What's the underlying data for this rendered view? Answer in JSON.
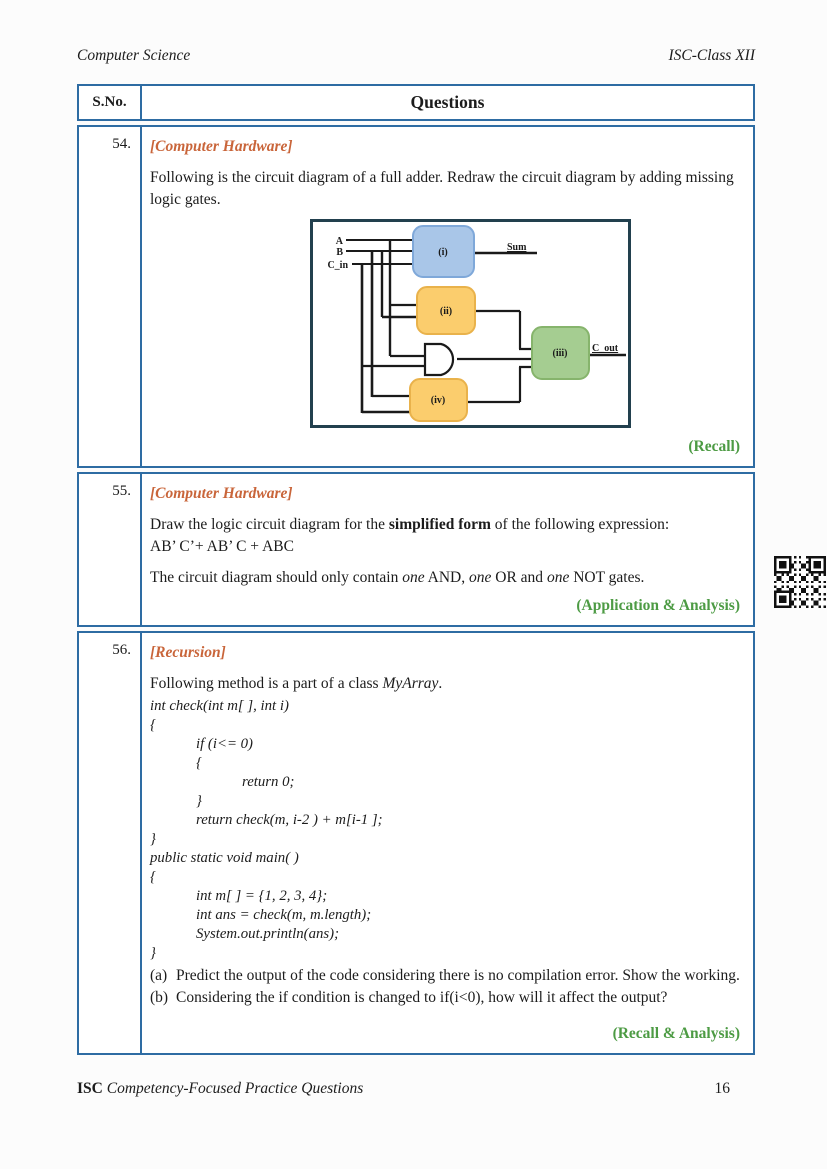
{
  "page": {
    "header_left": "Computer Science",
    "header_right": "ISC-Class XII",
    "footer_bold": "ISC",
    "footer_italic": " Competency-Focused Practice Questions",
    "page_number": "16"
  },
  "table": {
    "col_serial": "S.No.",
    "col_questions": "Questions"
  },
  "questions": [
    {
      "number": "54.",
      "tag": "[Computer Hardware]",
      "body": "Following is the circuit diagram of a full adder. Redraw the circuit diagram by adding missing logic gates.",
      "taxonomy": "(Recall)",
      "diagram": {
        "input_a": "A",
        "input_b": "B",
        "input_cin": "C_in",
        "out_sum": "Sum",
        "out_cout": "C_out",
        "gate_i": "(i)",
        "gate_ii": "(ii)",
        "gate_iii": "(iii)",
        "gate_iv": "(iv)",
        "colors": {
          "gate_i_fill": "#a9c6e8",
          "gate_i_border": "#7fa8d9",
          "gate_yellow_fill": "#fbcd6d",
          "gate_yellow_border": "#e9b24b",
          "gate_iii_fill": "#a5cd91",
          "gate_iii_border": "#86b46c",
          "frame": "#22404e",
          "wire": "#1a1a1a"
        }
      }
    },
    {
      "number": "55.",
      "tag": "[Computer Hardware]",
      "body_prefix": "Draw the logic circuit diagram for the ",
      "body_bold": "simplified form",
      "body_suffix": " of the following expression:",
      "expression": "AB’ C’+ AB’ C + ABC",
      "note_p1": "The circuit diagram should only contain ",
      "note_i1": "one",
      "note_p2": " AND, ",
      "note_i2": "one",
      "note_p3": " OR and ",
      "note_i3": "one",
      "note_p4": " NOT gates.",
      "taxonomy": "(Application & Analysis)"
    },
    {
      "number": "56.",
      "tag": "[Recursion]",
      "intro_prefix": "Following method is a part of a class ",
      "intro_italic": "MyArray",
      "intro_suffix": ".",
      "code_lines": [
        {
          "indent": 0,
          "text": "int check(int m[ ], int i)"
        },
        {
          "indent": 0,
          "text": "{"
        },
        {
          "indent": 1,
          "text": "if (i<= 0)"
        },
        {
          "indent": 1,
          "text": "{"
        },
        {
          "indent": 2,
          "text": "return 0;"
        },
        {
          "indent": 1,
          "text": "}"
        },
        {
          "indent": 1,
          "text": "return check(m, i-2 ) + m[i-1 ];"
        },
        {
          "indent": 0,
          "text": "}"
        },
        {
          "indent": 0,
          "text": "public static void main( )"
        },
        {
          "indent": 0,
          "text": "{"
        },
        {
          "indent": 1,
          "text": "int m[ ] = {1, 2, 3, 4};"
        },
        {
          "indent": 1,
          "text": "int ans = check(m, m.length);"
        },
        {
          "indent": 1,
          "text": "System.out.println(ans);"
        },
        {
          "indent": 0,
          "text": "}"
        }
      ],
      "parts": [
        {
          "label": "(a)",
          "text": "Predict the output of the code considering there is no compilation error. Show the working."
        },
        {
          "label": "(b)",
          "text": "Considering the if condition is changed to if(i<0), how will it affect the output?"
        }
      ],
      "taxonomy": "(Recall & Analysis)"
    }
  ]
}
